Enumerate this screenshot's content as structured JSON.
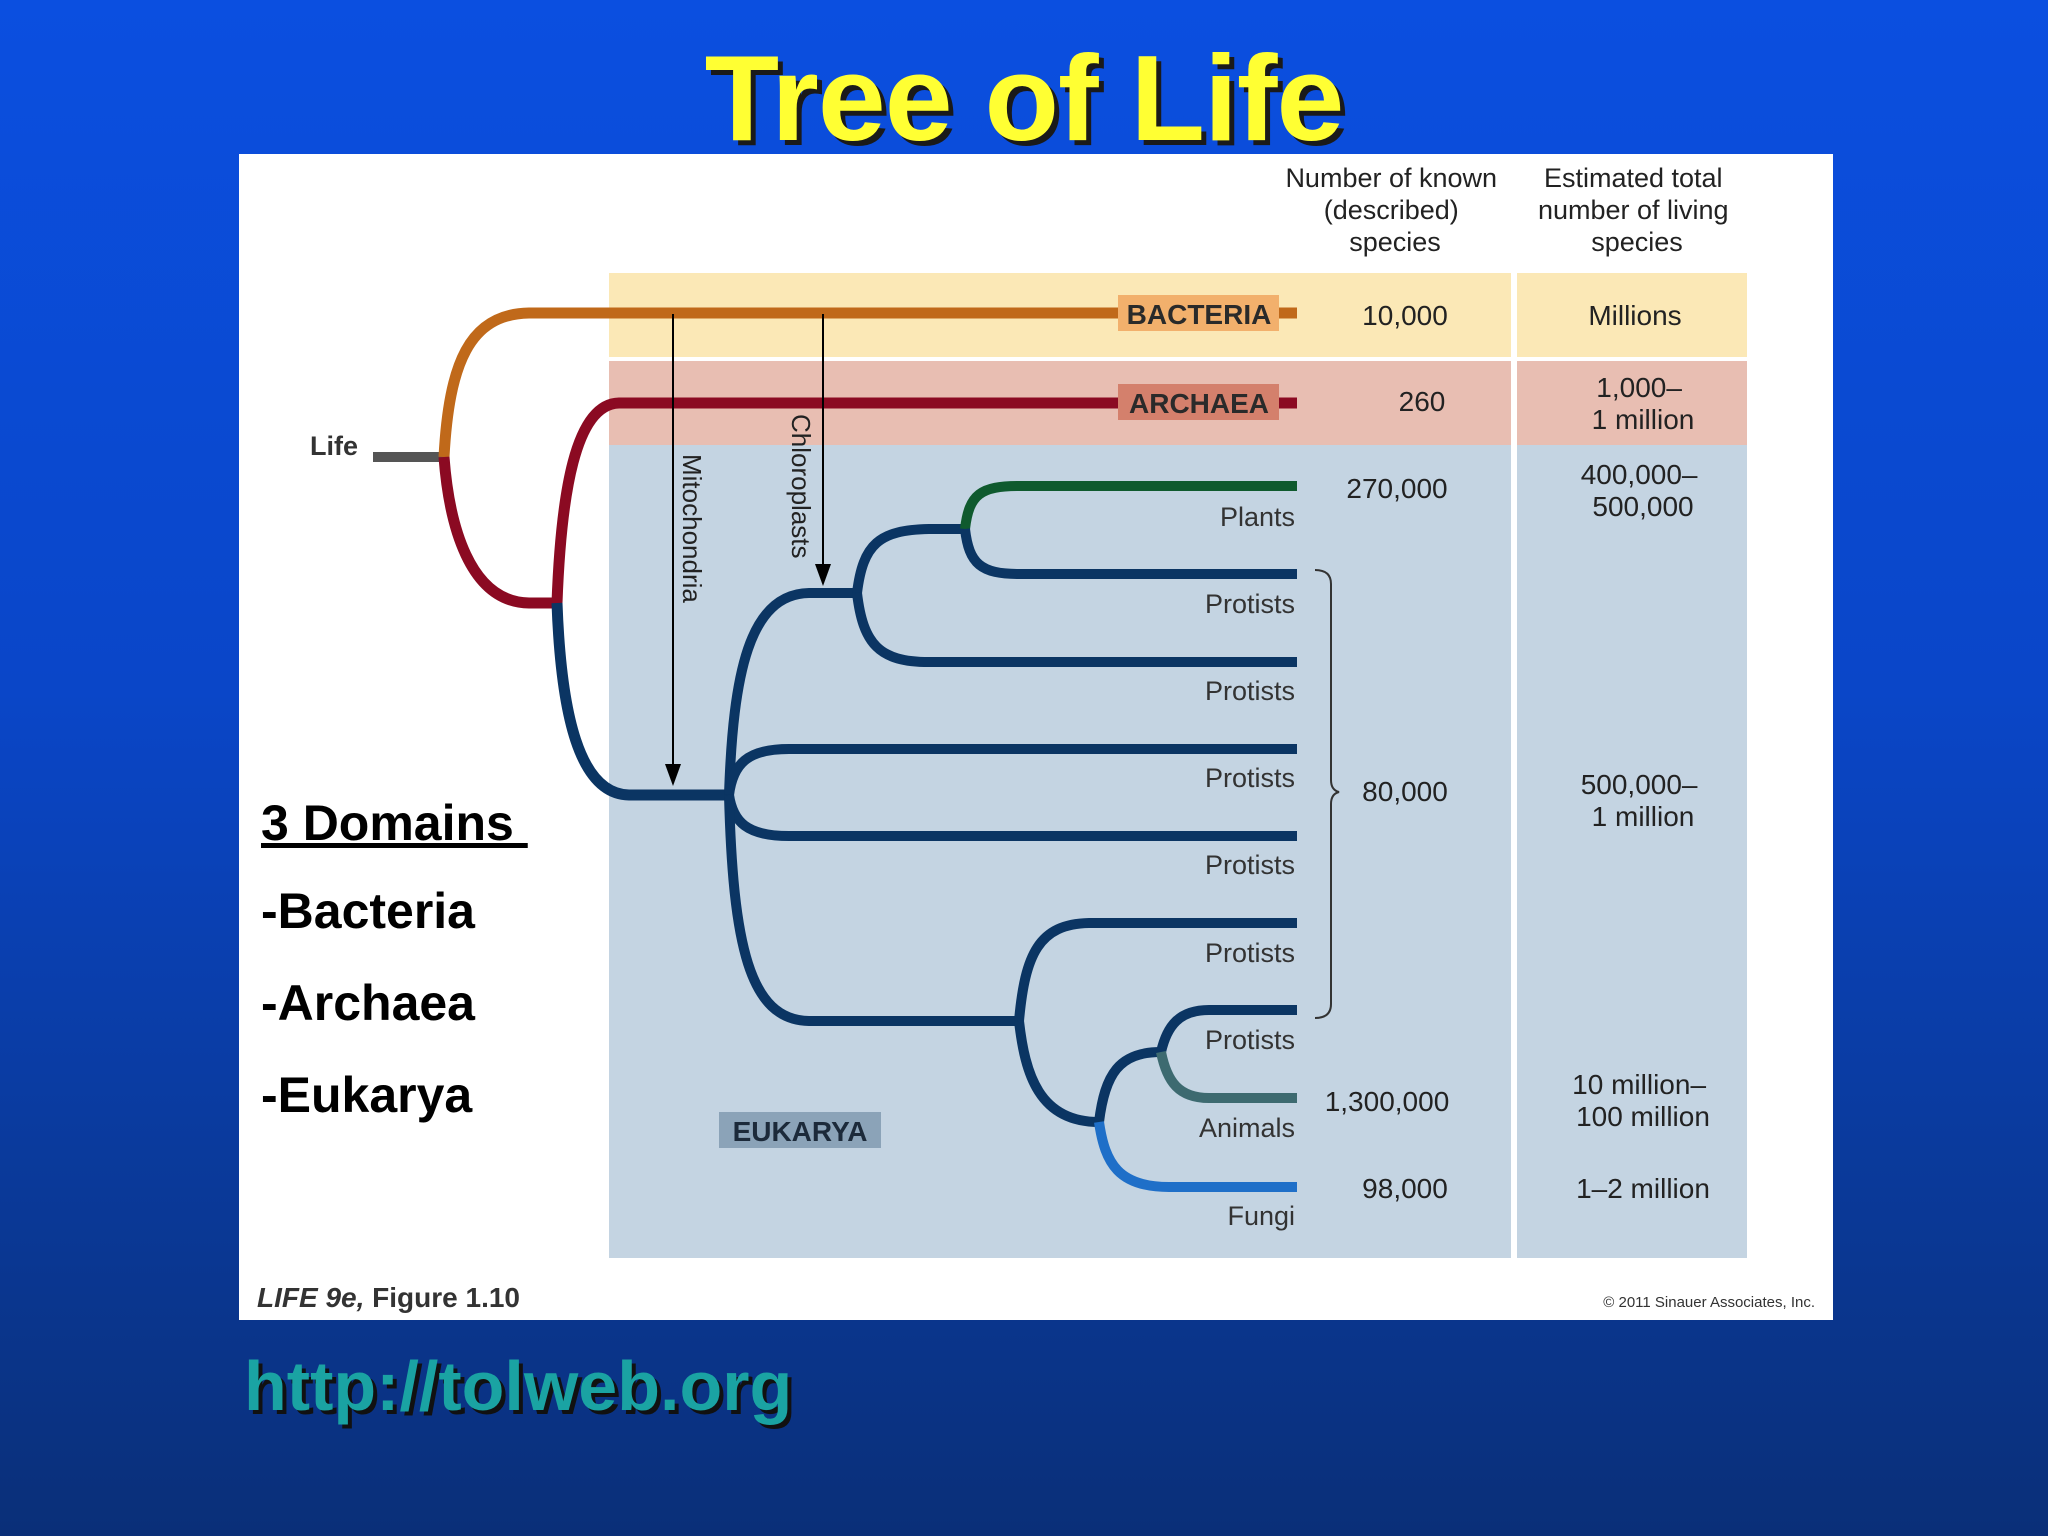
{
  "slide": {
    "title": "Tree of Life",
    "url": "http://tolweb.org"
  },
  "figure": {
    "col_header_known": [
      "Number of known",
      "(described)",
      "species"
    ],
    "col_header_estimated": [
      "Estimated total",
      "number of living",
      "species"
    ],
    "root_label": "Life",
    "domain_labels": {
      "bacteria": "BACTERIA",
      "archaea": "ARCHAEA",
      "eukarya": "EUKARYA"
    },
    "endosymbiosis": {
      "mitochondria": "Mitochondria",
      "chloroplasts": "Chloroplasts"
    },
    "leaves": [
      {
        "label": "Plants"
      },
      {
        "label": "Protists"
      },
      {
        "label": "Protists"
      },
      {
        "label": "Protists"
      },
      {
        "label": "Protists"
      },
      {
        "label": "Protists"
      },
      {
        "label": "Protists"
      },
      {
        "label": "Animals"
      },
      {
        "label": "Fungi"
      }
    ],
    "rows": [
      {
        "known": "10,000",
        "estimated": [
          "Millions"
        ]
      },
      {
        "known": "260",
        "estimated": [
          "1,000–",
          "1 million"
        ]
      },
      {
        "known": "270,000",
        "estimated": [
          "400,000–",
          "500,000"
        ]
      },
      {
        "known": "80,000",
        "estimated": [
          "500,000–",
          "1 million"
        ]
      },
      {
        "known": "1,300,000",
        "estimated": [
          "10 million–",
          "100 million"
        ]
      },
      {
        "known": "98,000",
        "estimated": [
          "1–2 million"
        ]
      }
    ],
    "caption_book": "LIFE 9e,",
    "caption_figure": "Figure 1.10",
    "copyright": "© 2011 Sinauer Associates, Inc."
  },
  "domains_list": {
    "title": "3 Domains ",
    "items": [
      "-Bacteria",
      "-Archaea",
      "-Eukarya"
    ]
  },
  "colors": {
    "bacteria_branch": "#c0691a",
    "archaea_branch": "#8b0a22",
    "eukarya_branch": "#0b3563",
    "plants_branch": "#0f5a2e",
    "animals_branch": "#3d6a70",
    "fungi_branch": "#1f6fc8",
    "bacteria_band": "#fbe8b6",
    "archaea_band": "#e8beb2",
    "eukarya_band": "#c4d4e2"
  }
}
